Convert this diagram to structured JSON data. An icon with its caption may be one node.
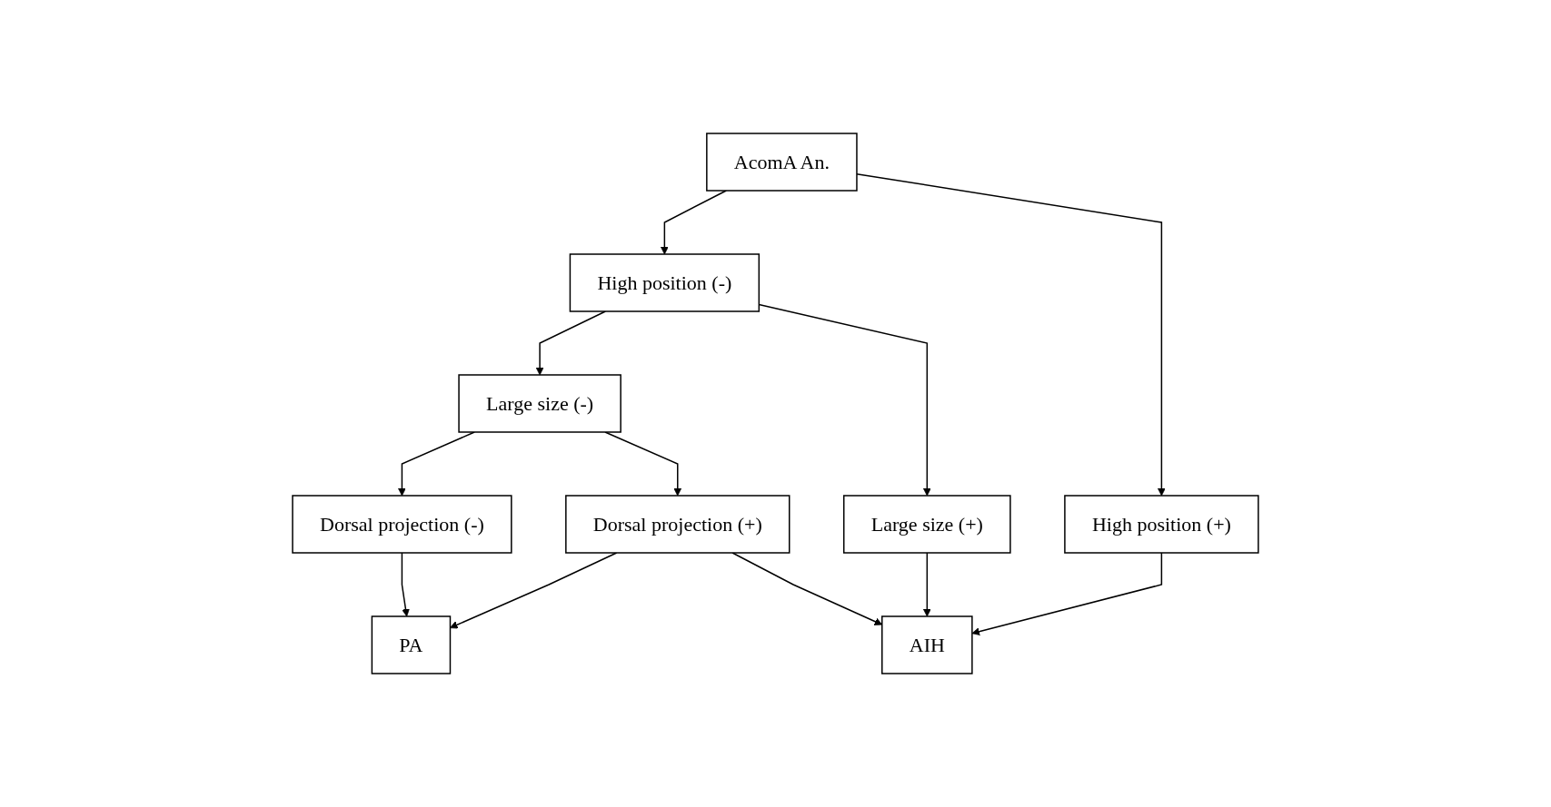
{
  "diagram": {
    "nodes": [
      {
        "text": [
          "AcomA An."
        ]
      },
      {
        "text": [
          "High position (-)"
        ]
      },
      {
        "text": [
          "High position (+)"
        ]
      },
      {
        "text": [
          "Large size (-)"
        ]
      },
      {
        "text": [
          "Large size (+)"
        ]
      },
      {
        "text": [
          "Dorsal projection (-)"
        ]
      },
      {
        "text": [
          "Dorsal projection (+)"
        ]
      },
      {
        "text": [
          "PA"
        ]
      },
      {
        "text": [
          "AIH"
        ]
      }
    ],
    "edges": [
      {
        "from": 0,
        "to": 1,
        "arrow": "to"
      },
      {
        "from": 0,
        "to": 2,
        "arrow": "to"
      },
      {
        "from": 1,
        "to": 3,
        "arrow": "to"
      },
      {
        "from": 1,
        "to": 4,
        "arrow": "to"
      },
      {
        "from": 3,
        "to": 5,
        "arrow": "to"
      },
      {
        "from": 3,
        "to": 6,
        "arrow": "to"
      },
      {
        "from": 5,
        "to": 7,
        "arrow": "to"
      },
      {
        "from": 6,
        "to": 7,
        "arrow": "to"
      },
      {
        "from": 6,
        "to": 8,
        "arrow": "to"
      },
      {
        "from": 4,
        "to": 8,
        "arrow": "to"
      },
      {
        "from": 2,
        "to": 8,
        "arrow": "to"
      }
    ]
  }
}
